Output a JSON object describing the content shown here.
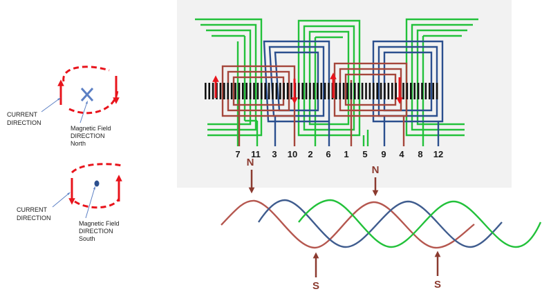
{
  "legend": {
    "north": {
      "current_label_line1": "CURRENT",
      "current_label_line2": "DIRECTION",
      "field_label_line1": "Magnetic Field",
      "field_label_line2": "DIRECTION",
      "field_label_line3": "North"
    },
    "south": {
      "current_label_line1": "CURRENT",
      "current_label_line2": "DIRECTION",
      "field_label_line1": "Magnetic Field",
      "field_label_line2": "DIRECTION",
      "field_label_line3": "South"
    }
  },
  "terminals": [
    "7",
    "11",
    "3",
    "10",
    "2",
    "6",
    "1",
    "5",
    "9",
    "4",
    "8",
    "12"
  ],
  "poles": {
    "north_label": "N",
    "south_label": "S"
  },
  "colors": {
    "phase_red": "#a5463b",
    "phase_blue": "#2b4f8e",
    "phase_green": "#22c13a",
    "arrow_red": "#e8141c",
    "pole_arrow": "#8b3a2f",
    "core": "#111111",
    "panel": "#f2f2f2"
  }
}
